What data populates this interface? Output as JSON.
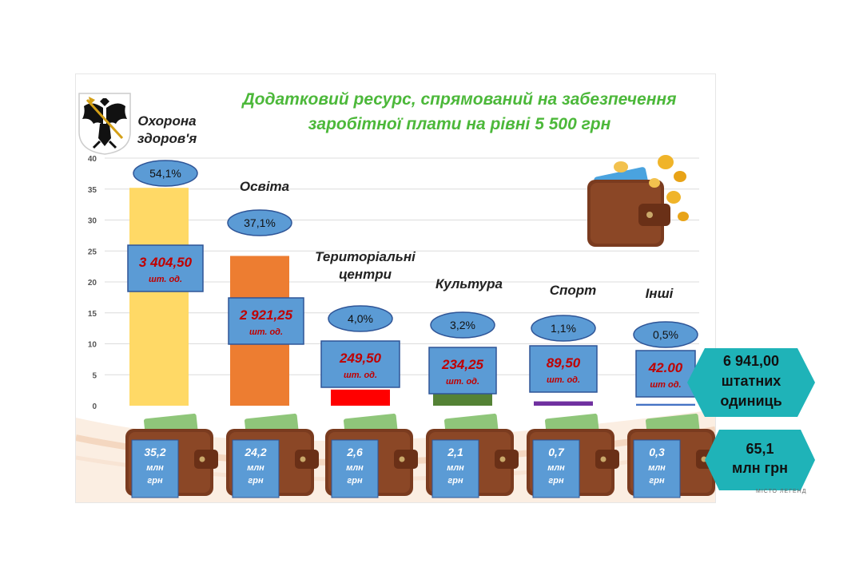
{
  "title_line1": "Додатковий ресурс, спрямований на забезпечення",
  "title_line2": "заробітної плати на рівні 5 500 грн",
  "chart_data": {
    "type": "bar",
    "categories": [
      "Охорона здоров'я",
      "Освіта",
      "Територіальні центри",
      "Культура",
      "Спорт",
      "Інші"
    ],
    "category_lines": [
      [
        "Охорона",
        "здоров'я"
      ],
      [
        "Освіта"
      ],
      [
        "Територіальні",
        "центри"
      ],
      [
        "Культура"
      ],
      [
        "Спорт"
      ],
      [
        "Інші"
      ]
    ],
    "values": [
      35.2,
      24.2,
      2.6,
      2.1,
      0.7,
      0.3
    ],
    "percent_labels": [
      "54,1%",
      "37,1%",
      "4,0%",
      "3,2%",
      "1,1%",
      "0,5%"
    ],
    "unit_values": [
      "3 404,50",
      "2 921,25",
      "249,50",
      "234,25",
      "89,50",
      "42.00"
    ],
    "unit_suffix": "шт. од.",
    "unit_suffix_last": "шт од.",
    "money_values": [
      "35,2",
      "24,2",
      "2,6",
      "2,1",
      "0,7",
      "0,3"
    ],
    "money_unit_line1": "млн",
    "money_unit_line2": "грн",
    "colors": [
      "#ffd966",
      "#ed7d31",
      "#ff0000",
      "#548235",
      "#7030a0",
      "#4472c4"
    ],
    "ylim": [
      0,
      40
    ],
    "yticks": [
      "0",
      "5",
      "10",
      "15",
      "20",
      "25",
      "30",
      "35",
      "40"
    ],
    "grid": true
  },
  "totals": {
    "units_line1": "6 941,00",
    "units_line2": "штатних",
    "units_line3": "одиниць",
    "money_line1": "65,1",
    "money_line2": "млн грн"
  },
  "watermark": "МІСТО ЛЕГЕНД"
}
